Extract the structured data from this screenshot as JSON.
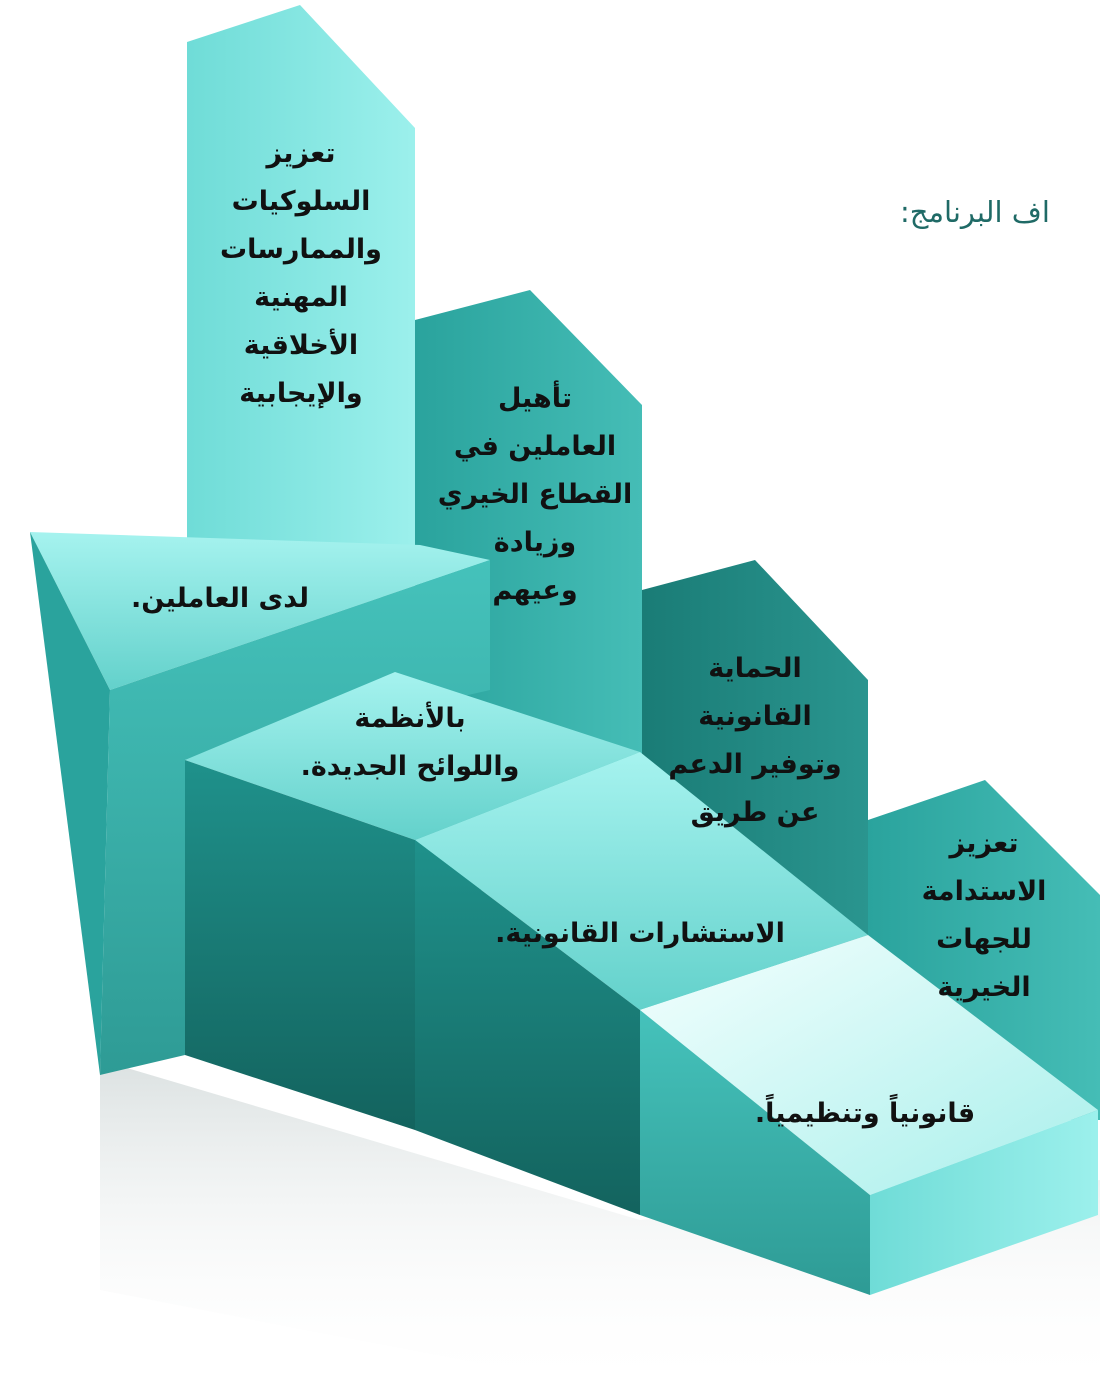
{
  "heading": "اف البرنامج:",
  "goals": [
    {
      "lines": [
        "تعزيز",
        "السلوكيات",
        "والممارسات",
        "المهنية",
        "الأخلاقية",
        "والإيجابية",
        "لدى العاملين."
      ]
    },
    {
      "lines": [
        "تأهيل",
        "العاملين في",
        "القطاع الخيري",
        "وزيادة",
        "وعيهم",
        "بالأنظمة",
        "واللوائح الجديدة."
      ]
    },
    {
      "lines": [
        "الحماية",
        "القانونية",
        "وتوفير الدعم",
        "عن طريق",
        "الاستشارات القانونية."
      ]
    },
    {
      "lines": [
        "تعزيز",
        "الاستدامة",
        "للجهات",
        "الخيرية",
        "قانونياً وتنظيمياً."
      ]
    }
  ],
  "colors": {
    "heading": "#1f6a66",
    "teal_light": "#7fe6e2",
    "teal_mid": "#3fb9b3",
    "teal_dark": "#1d8a83",
    "teal_deep": "#156a65"
  }
}
